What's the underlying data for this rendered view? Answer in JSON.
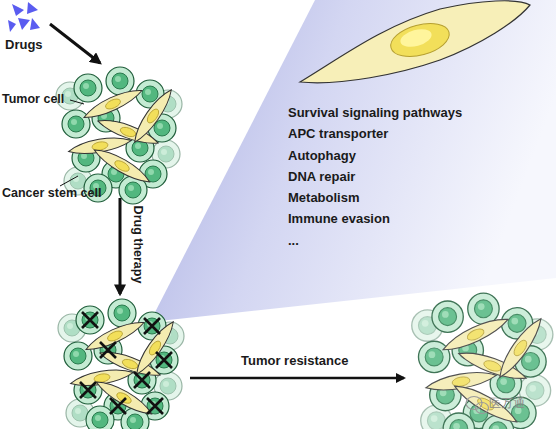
{
  "diagram": {
    "nodes": [
      {
        "text": [
          "Survival signaling pathways",
          "APC transporter",
          "Autophagy",
          "DNA repair",
          "Metabolism",
          "Immune evasion",
          "..."
        ]
      }
    ],
    "labels": [
      "Drugs",
      "Tumor cell",
      "Cancer stem cell",
      "Drug therapy",
      "Tumor resistance",
      "医万通"
    ]
  }
}
